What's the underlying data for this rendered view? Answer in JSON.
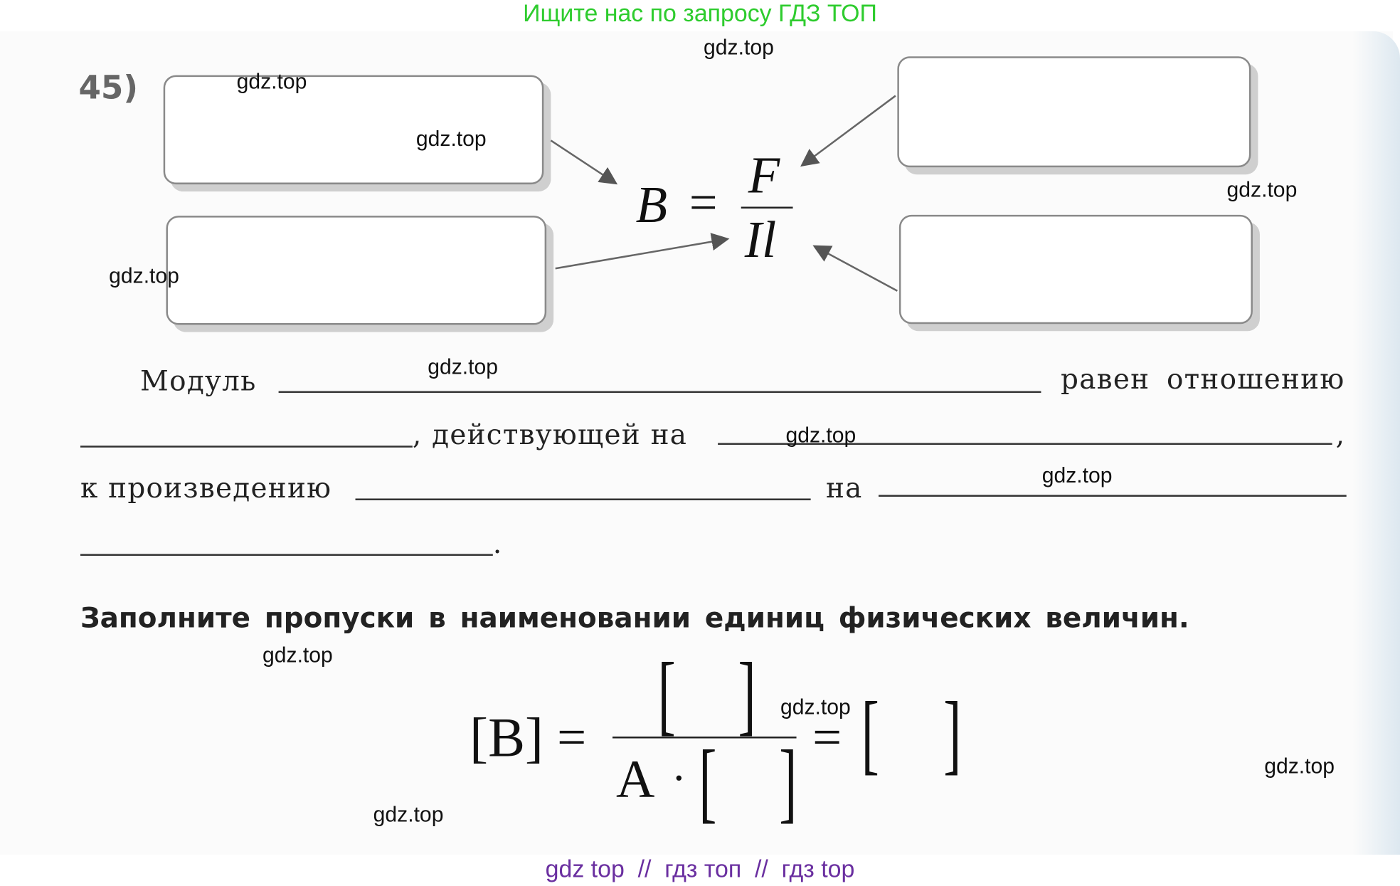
{
  "top_banner": "Ищите нас по запросу ГДЗ ТОП",
  "watermark": "gdz.top",
  "task_number": "45)",
  "formula": {
    "lhs": "B",
    "eq": "=",
    "num": "F",
    "den": "Il"
  },
  "sentence": {
    "p1": "Модуль",
    "p2": "равен отношению",
    "p3": ", действующей на",
    "p4": ",",
    "p5": "к произведению",
    "p6": "на",
    "p7": "."
  },
  "instruction": "Заполните пропуски в наименовании единиц физических величин.",
  "units": {
    "lhs": "[B]",
    "eq": "=",
    "lb": "[",
    "rb": "]",
    "amp": "A",
    "dot": "·"
  },
  "footer": "gdz top  //  гдз топ  //  гдз top"
}
